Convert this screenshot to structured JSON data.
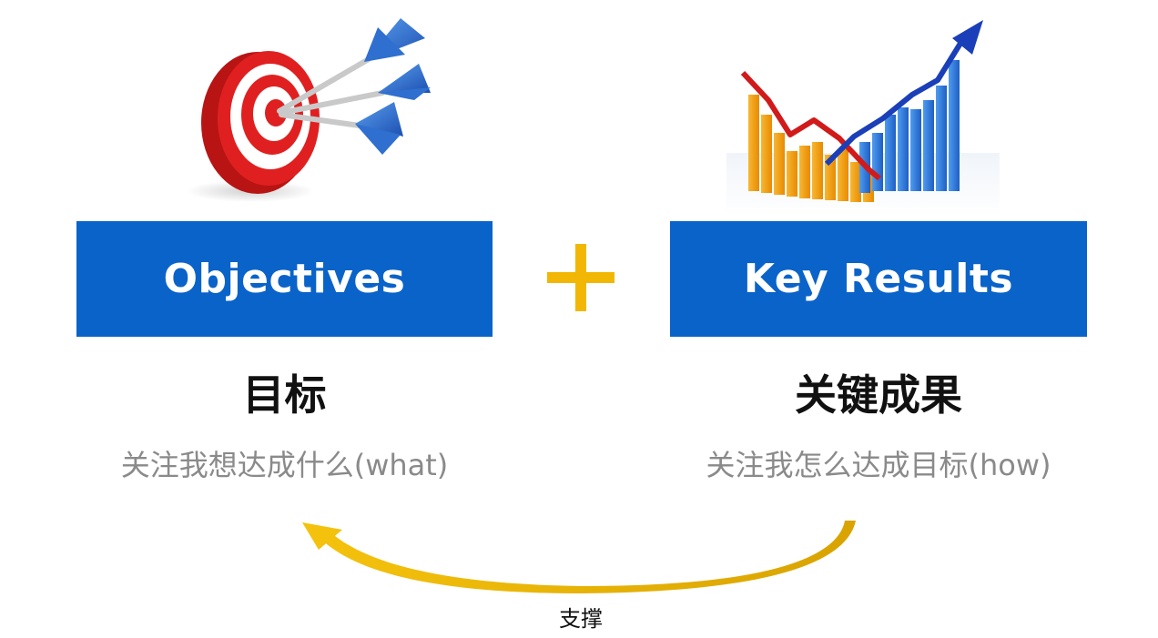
{
  "left": {
    "box_label": "Objectives",
    "heading": "目标",
    "subtitle": "关注我想达成什么(what)",
    "image_icon": "dartboard-icon"
  },
  "right": {
    "box_label": "Key Results",
    "heading": "关键成果",
    "subtitle": "关注我怎么达成目标(how)",
    "image_icon": "growth-chart-icon"
  },
  "connector": {
    "operator_icon": "plus-icon",
    "arrow_caption": "支撑",
    "arrow_icon": "curved-arrow-icon"
  },
  "colors": {
    "box_blue": "#0a63c9",
    "accent_yellow": "#f2b705",
    "heading_text": "#111111",
    "subtitle_text": "#8a8a8a"
  }
}
